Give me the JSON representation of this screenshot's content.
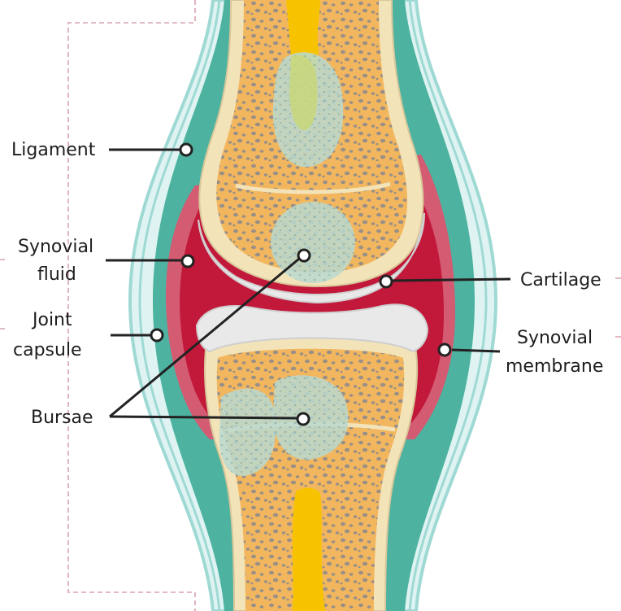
{
  "labels": {
    "ligament": "Ligament",
    "synovial_fluid_1": "Synovial",
    "synovial_fluid_2": "fluid",
    "joint_capsule_1": "Joint",
    "joint_capsule_2": "capsule",
    "bursae": "Bursae",
    "cartilage": "Cartilage",
    "synovial_membrane_1": "Synovial",
    "synovial_membrane_2": "membrane"
  },
  "colors": {
    "ligament_outer": "#dff4f2",
    "ligament_stroke": "#9fd9d4",
    "capsule": "#4db3a0",
    "membrane": "#d35b72",
    "fluid": "#c2183a",
    "cartilage": "#e9e9e9",
    "bone_shell": "#f3e3b9",
    "spongy_bone": "#f2b75e",
    "marrow": "#f7c300",
    "bursa": "#b9d9cf",
    "leader": "#222222"
  }
}
